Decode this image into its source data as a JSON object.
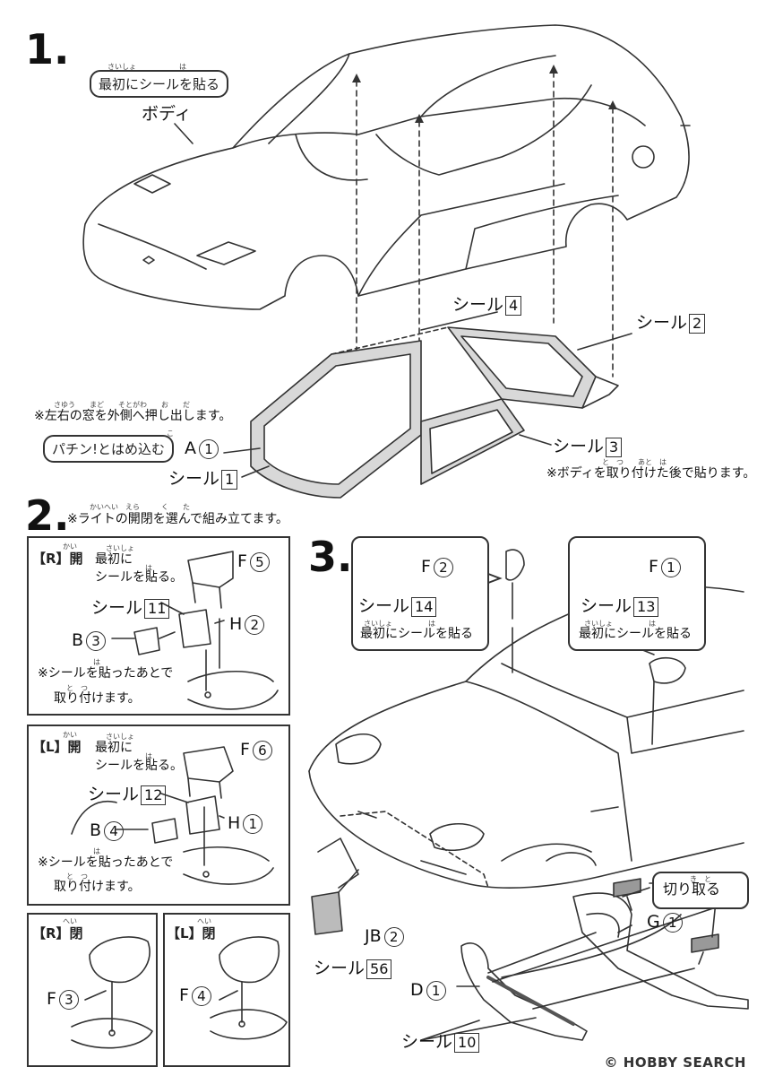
{
  "step1": {
    "number": "1.",
    "pill_ruby": "さいしょ　　　　　　は",
    "pill": "最初にシールを貼る",
    "body_label": "ボディ",
    "seal4_text": "シール",
    "seal4_num": "4",
    "seal2_text": "シール",
    "seal2_num": "2",
    "seal3_text": "シール",
    "seal3_num": "3",
    "seal1_text": "シール",
    "seal1_num": "1",
    "window_note_ruby": "さゆう　　まど　　そとがわ　　お　　だ",
    "window_note": "※左右の窓を外側へ押し出します。",
    "snap_ruby": "こ",
    "snap": "パチン!とはめ込む",
    "part_a": "A",
    "part_a_num": "1",
    "after_body_ruby": "と　つ　　あと　は",
    "after_body": "※ボディを取り付けた後で貼ります。"
  },
  "step2": {
    "number": "2.",
    "note_ruby": "かいへい　えら　　　く　　た",
    "note": "※ライトの開閉を選んで組み立てます。",
    "panel_r_open": {
      "tag": "【R】開",
      "tag_ruby": "かい",
      "first_ruby": "さいしょ",
      "first1": "最初に",
      "first2_ruby": "は",
      "first2": "シールを貼る。",
      "f": "F",
      "f_num": "5",
      "seal": "シール",
      "seal_num": "11",
      "h": "H",
      "h_num": "2",
      "b": "B",
      "b_num": "3",
      "note_ruby": "は",
      "note1": "※シールを貼ったあとで",
      "note2_ruby": "と　つ",
      "note2": "取り付けます。"
    },
    "panel_l_open": {
      "tag": "【L】開",
      "tag_ruby": "かい",
      "first_ruby": "さいしょ",
      "first1": "最初に",
      "first2_ruby": "は",
      "first2": "シールを貼る。",
      "f": "F",
      "f_num": "6",
      "seal": "シール",
      "seal_num": "12",
      "h": "H",
      "h_num": "1",
      "b": "B",
      "b_num": "4",
      "note_ruby": "は",
      "note1": "※シールを貼ったあとで",
      "note2_ruby": "と　つ",
      "note2": "取り付けます。"
    },
    "panel_r_closed": {
      "tag": "【R】閉",
      "tag_ruby": "へい",
      "f": "F",
      "f_num": "3"
    },
    "panel_l_closed": {
      "tag": "【L】閉",
      "tag_ruby": "へい",
      "f": "F",
      "f_num": "4"
    }
  },
  "step3": {
    "number": "3.",
    "left_callout": {
      "f": "F",
      "f_num": "2",
      "seal": "シール",
      "seal_num": "14",
      "first_ruby": "さいしょ　　　　　は",
      "first": "最初にシールを貼る"
    },
    "right_callout": {
      "f": "F",
      "f_num": "1",
      "seal": "シール",
      "seal_num": "13",
      "first_ruby": "さいしょ　　　　　は",
      "first": "最初にシールを貼る"
    },
    "cut_ruby": "き　と",
    "cut": "切り取る",
    "g": "G",
    "g_num": "1",
    "jb": "JB",
    "jb_num": "2",
    "seal56": "シール",
    "seal56_num": "56",
    "d": "D",
    "d_num": "1",
    "seal10": "シール",
    "seal10_num": "10"
  },
  "watermark": "HOBBY SEARCH",
  "watermark_copy": "©"
}
